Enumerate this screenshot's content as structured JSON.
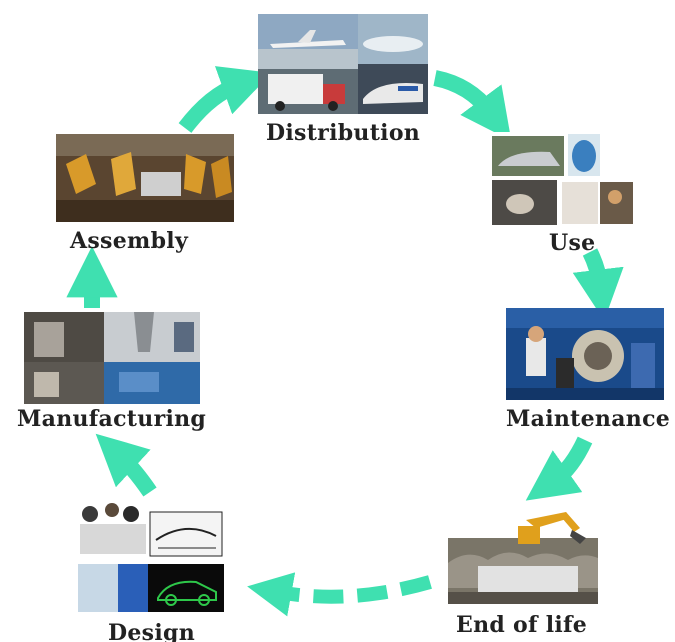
{
  "colors": {
    "arrow": "#3fe0b0",
    "label": "#222222"
  },
  "stages": [
    {
      "id": "distribution",
      "label": "Distribution"
    },
    {
      "id": "use",
      "label": "Use"
    },
    {
      "id": "maintenance",
      "label": "Maintenance"
    },
    {
      "id": "end_of_life",
      "label": "End of life"
    },
    {
      "id": "design",
      "label": "Design"
    },
    {
      "id": "manufacturing",
      "label": "Manufacturing"
    },
    {
      "id": "assembly",
      "label": "Assembly"
    }
  ],
  "flow": [
    {
      "from": "distribution",
      "to": "use",
      "style": "solid"
    },
    {
      "from": "use",
      "to": "maintenance",
      "style": "solid"
    },
    {
      "from": "maintenance",
      "to": "end_of_life",
      "style": "solid"
    },
    {
      "from": "end_of_life",
      "to": "design",
      "style": "dashed"
    },
    {
      "from": "design",
      "to": "manufacturing",
      "style": "solid"
    },
    {
      "from": "manufacturing",
      "to": "assembly",
      "style": "solid"
    },
    {
      "from": "assembly",
      "to": "distribution",
      "style": "solid"
    }
  ],
  "images": {
    "distribution": "photo-collage-aircraft-trucks-train",
    "use": "photo-collage-car-vacuum-household",
    "maintenance": "photo-engine-maintenance-crew",
    "end_of_life": "photo-scrapyard-excavator",
    "design": "photo-collage-designers-cad-car",
    "manufacturing": "photo-collage-machining-factory",
    "assembly": "photo-assembly-line-robots"
  }
}
